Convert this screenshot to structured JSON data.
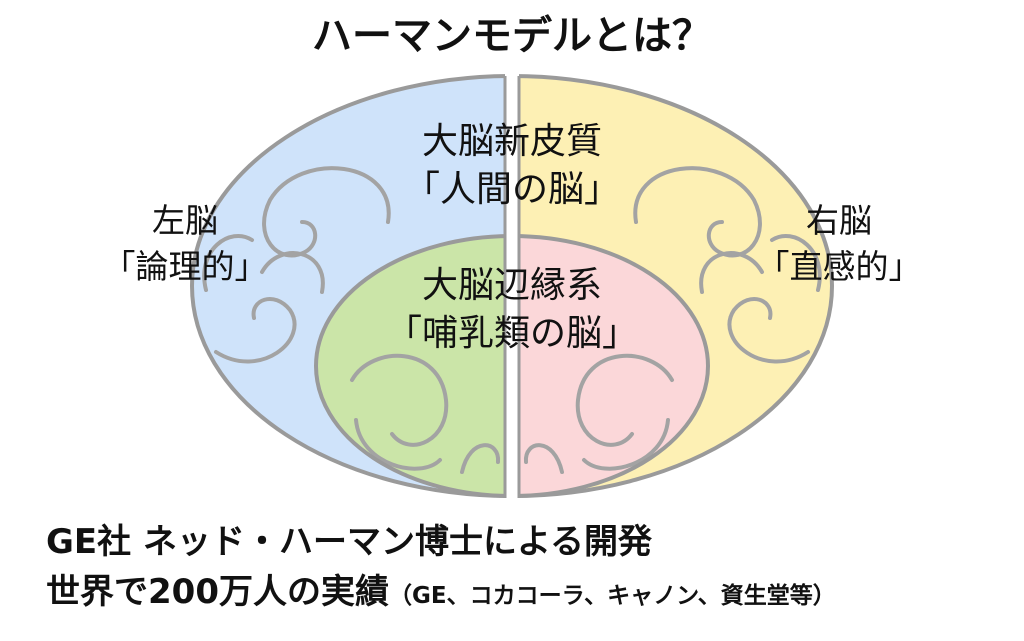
{
  "title": "ハーマンモデルとは？",
  "regions": {
    "cerebral_cortex": {
      "name": "大脳新皮質",
      "desc": "「人間の脳」"
    },
    "limbic_system": {
      "name": "大脳辺縁系",
      "desc": "「哺乳類の脳」"
    },
    "left_brain": {
      "name": "左脳",
      "desc": "「論理的」"
    },
    "right_brain": {
      "name": "右脳",
      "desc": "「直感的」"
    }
  },
  "colors": {
    "upper_left": "#cfe3fa",
    "upper_right": "#fdf0b4",
    "lower_left": "#cbe5a8",
    "lower_right": "#fbd7d9",
    "outline": "#9a9a9a"
  },
  "footer": {
    "line1": "GE社 ネッド・ハーマン博士による開発",
    "line2": "世界で200万人の実績",
    "line2_note": "（GE、コカコーラ、キャノン、資生堂等）"
  }
}
